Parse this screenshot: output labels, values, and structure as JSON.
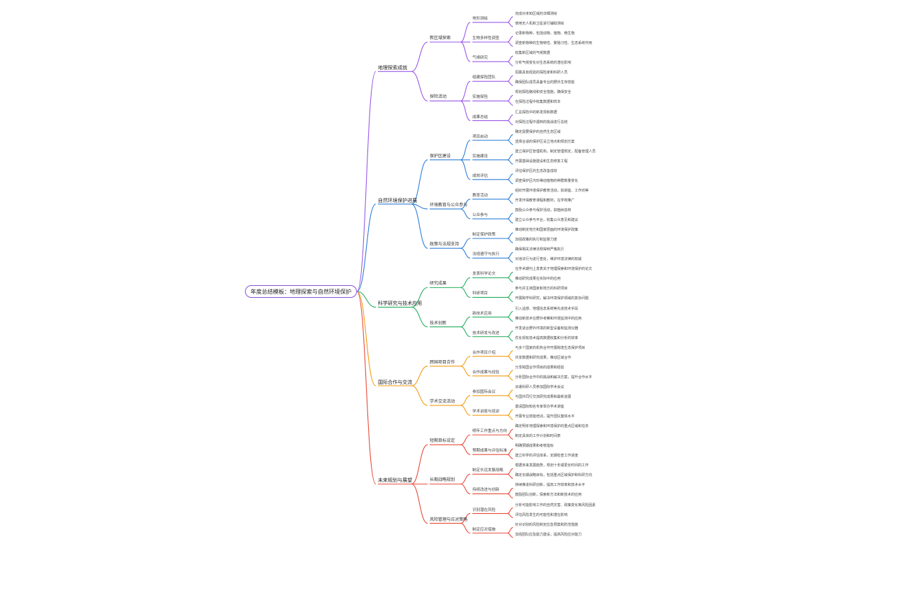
{
  "root": {
    "label": "年度总结模板：地理探索与自然环境保护"
  },
  "branches": [
    {
      "label": "地理探索成就",
      "color": "#9b59e8",
      "children": [
        {
          "label": "新区域探索",
          "children": [
            {
              "label": "地形测绘",
              "children": [
                "完成对未知区域的详细测绘",
                "使用无人机和卫星进行辅助测绘"
              ]
            },
            {
              "label": "生物多样性调查",
              "children": [
                "记录新物种，包括动物、植物、微生物",
                "调查新物种的生物特性、繁殖习性、生态系统作用"
              ]
            },
            {
              "label": "气候研究",
              "children": [
                "收集新区域的气候数据",
                "分析气候变化对生态系统的潜在影响"
              ]
            }
          ]
        },
        {
          "label": "探险活动",
          "children": [
            {
              "label": "组建探险团队",
              "children": [
                "招募具有经验的探险家和科研人员",
                "确保团队成员具备专业的野外生存技能"
              ]
            },
            {
              "label": "实施探险",
              "children": [
                "规划探险路线和安全措施，确保安全",
                "在探险过程中收集数据和样本"
              ]
            },
            {
              "label": "成果总结",
              "children": [
                "汇总探险中的新发现和数据",
                "对探险过程中遇到的挑战进行总结"
              ]
            }
          ]
        }
      ]
    },
    {
      "label": "自然环境保护进展",
      "color": "#2e7fd6",
      "children": [
        {
          "label": "保护区建设",
          "children": [
            {
              "label": "项目启动",
              "children": [
                "确定需要保护的自然生态区域",
                "选择合适的保护区设立地点和规划方案"
              ]
            },
            {
              "label": "实施建设",
              "children": [
                "建立保护区管理机构，制定管理规定，配备管理人员",
                "开展基础设施建设和生态修复工程"
              ]
            },
            {
              "label": "成效评估",
              "children": [
                "评估保护区的生态改善成效",
                "调查保护区内珍稀动植物的种群数量变化"
              ]
            }
          ]
        },
        {
          "label": "环境教育与公众参与",
          "children": [
            {
              "label": "教育活动",
              "children": [
                "组织开展环境保护教育活动，如讲座、工作坊等",
                "开发环保教育课程和教材，在学校推广"
              ]
            },
            {
              "label": "公众参与",
              "children": [
                "鼓励公众参与保护活动，如植树造林",
                "建立公众参与平台，收集公众意见和建议"
              ]
            }
          ]
        },
        {
          "label": "政策与法规支持",
          "children": [
            {
              "label": "制定保护政策",
              "children": [
                "推动制定地方和国家层面的环境保护政策",
                "加强政策的执行和监督力度"
              ]
            },
            {
              "label": "法规遵守与执行",
              "children": [
                "确保相关法律法规得到严格执行",
                "对违法行为进行查处，维护环境法律的权威"
              ]
            }
          ]
        }
      ]
    },
    {
      "label": "科学研究与技术应用",
      "color": "#27ae60",
      "children": [
        {
          "label": "研究成果",
          "children": [
            {
              "label": "发表科学论文",
              "children": [
                "在学术期刊上发表关于地理探索和环境保护的论文",
                "推动研究成果在实际中的应用"
              ]
            },
            {
              "label": "科研项目",
              "children": [
                "参与并主持国家和地方的科研项目",
                "开展跨学科研究，解决环境保护领域的复杂问题"
              ]
            }
          ]
        },
        {
          "label": "技术创新",
          "children": [
            {
              "label": "新技术应用",
              "children": [
                "引入遥感、地理信息系统等先进技术手段",
                "推动新技术在野外考察和环境监测中的应用"
              ]
            },
            {
              "label": "技术研发与改进",
              "children": [
                "开发适合野外环境的新型设备和监测仪器",
                "优化现有技术提高数据收集和分析的效率"
              ]
            }
          ]
        }
      ]
    },
    {
      "label": "国际合作与交流",
      "color": "#f39c12",
      "children": [
        {
          "label": "跨国项目合作",
          "children": [
            {
              "label": "合作项目介绍",
              "children": [
                "与多个国家的机构合作开展跨境生态保护项目",
                "共享数据和研究成果，推动区域合作"
              ]
            },
            {
              "label": "合作成果与经验",
              "children": [
                "分享跨国合作项目的成果和经验",
                "分析国际合作中的挑战和解决方案，提升合作水平"
              ]
            }
          ]
        },
        {
          "label": "学术交流活动",
          "children": [
            {
              "label": "参加国际会议",
              "children": [
                "派遣科研人员参加国际学术会议",
                "与国外同行交流研究成果和最新进展"
              ]
            },
            {
              "label": "学术讲座与培训",
              "children": [
                "邀请国际知名专家举办学术讲座",
                "开展专业技能培训，提升团队整体水平"
              ]
            }
          ]
        }
      ]
    },
    {
      "label": "未来规划与展望",
      "color": "#e74c3c",
      "children": [
        {
          "label": "短期目标设定",
          "children": [
            {
              "label": "明年工作重点与方向",
              "children": [
                "确定明年地理探索和环境保护的重点区域和任务",
                "制定具体的工作计划和时间表"
              ]
            },
            {
              "label": "预期成果与评估标准",
              "children": [
                "明确预期成果和考核指标",
                "建立科学的评估体系，定期检查工作进度"
              ]
            }
          ]
        },
        {
          "label": "长期战略规划",
          "children": [
            {
              "label": "制定长远发展战略",
              "children": [
                "根据未来发展趋势，规划十年或更长时间的工作",
                "确定长期战略目标，包括重点区域保护和科研方向"
              ]
            },
            {
              "label": "持续改进与创新",
              "children": [
                "持续推进科研创新，提高工作效率和技术水平",
                "鼓励团队创新，探索新方法和新技术的应用"
              ]
            }
          ]
        },
        {
          "label": "风险管理与应对策略",
          "children": [
            {
              "label": "识别潜在风险",
              "children": [
                "分析可能影响工作的自然灾害、政策变化等风险因素",
                "评估风险发生的可能性和潜在影响"
              ]
            },
            {
              "label": "制定应对措施",
              "children": [
                "针对识别的风险制定应急预案和防范措施",
                "加强团队应急能力建设，提高风险应对能力"
              ]
            }
          ]
        }
      ]
    }
  ]
}
